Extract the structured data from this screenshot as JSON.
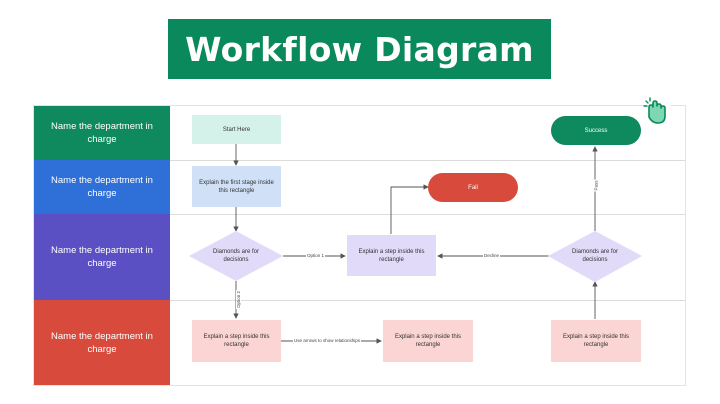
{
  "title": "Workflow Diagram",
  "colors": {
    "title_bg": "#0a8a5c",
    "lane1": "#0f8a5f",
    "lane2": "#2e6fd8",
    "lane3": "#5b4fc4",
    "lane4": "#d84a3c",
    "start_box": "#d5f2ea",
    "blue_box": "#cfe0f7",
    "purple_box": "#e1daf8",
    "pink_box": "#fbd5d3",
    "success": "#0f8a5f",
    "fail": "#d84a3c"
  },
  "lanes": [
    {
      "label": "Name the department in charge"
    },
    {
      "label": "Name the department in charge"
    },
    {
      "label": "Name the department in charge"
    },
    {
      "label": "Name the department in charge"
    }
  ],
  "nodes": {
    "start": "Start Here",
    "first_stage": "Explain the first stage inside this rectangle",
    "decision_left": "Diamonds are for decisions",
    "step_middle": "Explain a step inside this rectangle",
    "decision_right": "Diamonds are for decisions",
    "step_bottom_left": "Explain a step inside this rectangle",
    "step_bottom_middle": "Explain a step inside this rectangle",
    "step_bottom_right": "Explain a step inside this rectangle",
    "fail": "Fail",
    "success": "Success"
  },
  "edges": {
    "option1": "Option 1",
    "option2": "Option 2",
    "decline": "Decline",
    "pass": "Pass",
    "relationships": "Use arrows to show relationships"
  },
  "icon": "hand-clicking-icon"
}
